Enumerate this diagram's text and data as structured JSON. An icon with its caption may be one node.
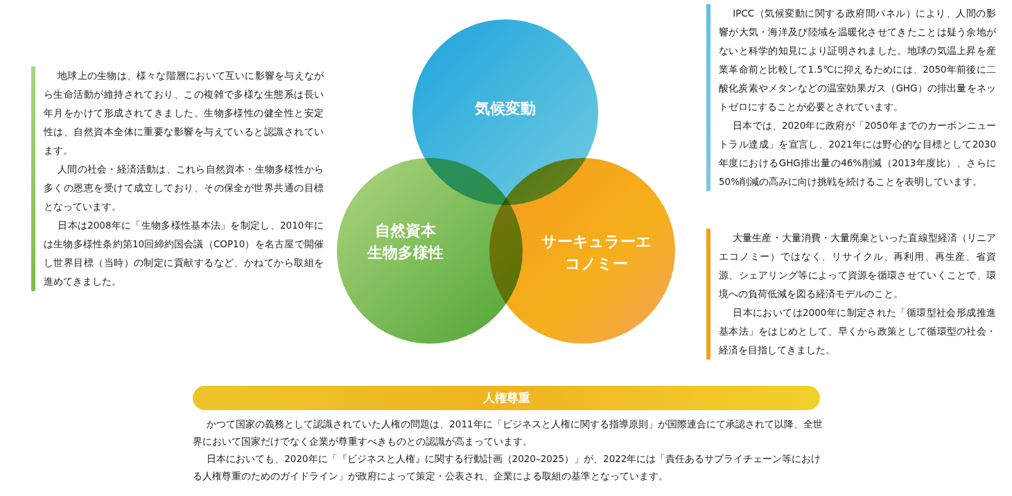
{
  "diagram": {
    "nodes": [
      {
        "text": [
          "気候変動"
        ],
        "beside": [
          "IPCC（気候変動に関する政府間パネル）により、人間の影響が大気・海洋及び陸域を温暖化させてきたことは疑う余地がないと科学的知見により証明されました。地球の気温上昇を産業革命前と比較して1.5℃に抑えるためには、2050年前後に二酸化炭素やメタンなどの温室効果ガス（GHG）の排出量をネットゼロにすることが必要とされています。",
          "日本では、2020年に政府が「2050年までのカーボンニュートラル達成」を宣言し、2021年には野心的な目標として2030年度におけるGHG排出量の46%削減（2013年度比）、さらに50%削減の高みに向け挑戦を続けることを表明しています。"
        ]
      },
      {
        "text": [
          "自然資本",
          "生物多様性"
        ],
        "beside": [
          "地球上の生物は、様々な階層において互いに影響を与えながら生命活動が維持されており、この複雑で多様な生態系は長い年月をかけて形成されてきました。生物多様性の健全性と安定性は、自然資本全体に重要な影響を与えていると認識されています。",
          "人間の社会・経済活動は、これら自然資本・生物多様性から多くの恩恵を受けて成立しており、その保全が世界共通の目標となっています。",
          "日本は2008年に「生物多様性基本法」を制定し、2010年には生物多様性条約第10回締約国会議（COP10）を名古屋で開催し世界目標（当時）の制定に貢献するなど、かねてから取組を進めてきました。"
        ]
      },
      {
        "text": [
          "サーキュラーエコノミー"
        ],
        "beside": [
          "大量生産・大量消費・大量廃棄といった直線型経済（リニアエコノミー）ではなく、リサイクル、再利用、再生産、省資源、シェアリング等によって資源を循環させていくことで、環境への負荷低減を図る経済モデルのこと。",
          "日本においては2000年に制定された「循環型社会形成推進基本法」をはじめとして、早くから政策として循環型の社会・経済を目指してきました。"
        ]
      },
      {
        "text": [
          "人権尊重"
        ],
        "beside": [
          "かつて国家の義務として認識されていた人権の問題は、2011年に「ビジネスと人権に関する指導原則」が国際連合にて承認されて以降、全世界において国家だけでなく企業が尊重すべきものとの認識が高まっています。",
          "日本においても、2020年に「『ビジネスと人権』に関する行動計画（2020–2025）」が、2022年には「責任あるサプライチェーン等における人権尊重のためのガイドライン」が政府によって策定・公表され、企業による取組の基準となっています。"
        ]
      }
    ],
    "edges": []
  }
}
